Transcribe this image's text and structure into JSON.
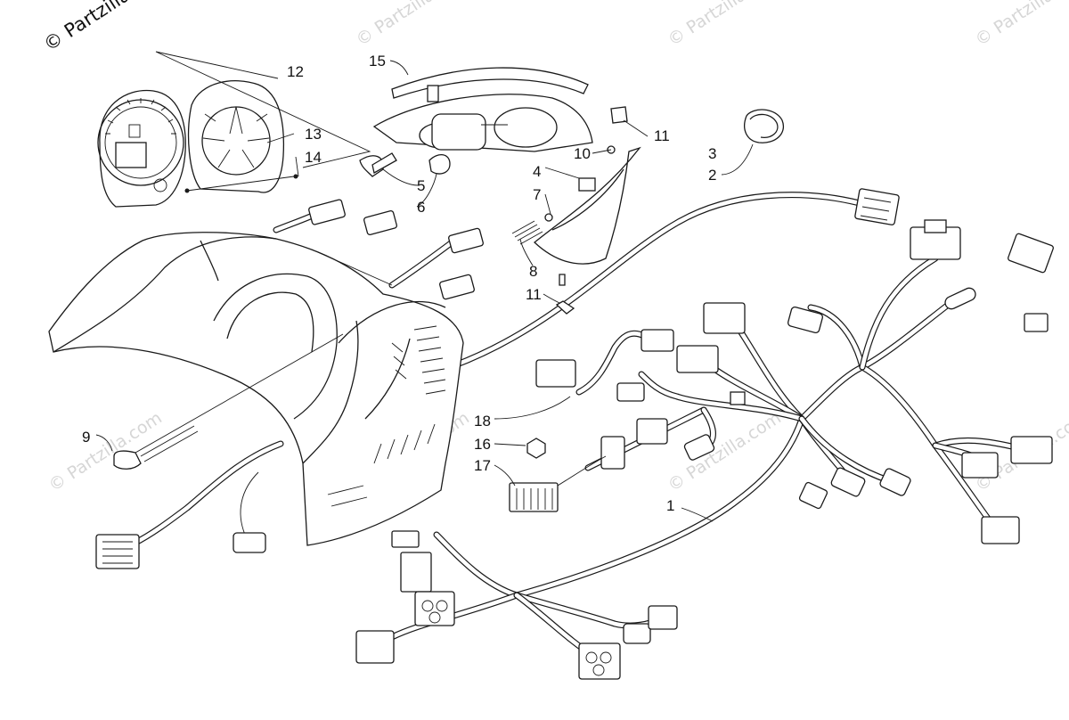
{
  "watermark": {
    "main": "© Partzilla.com",
    "faint": "© Partzilla.com"
  },
  "callouts": [
    {
      "id": "c1",
      "label": "1"
    },
    {
      "id": "c2",
      "label": "2"
    },
    {
      "id": "c3",
      "label": "3"
    },
    {
      "id": "c4",
      "label": "4"
    },
    {
      "id": "c5",
      "label": "5"
    },
    {
      "id": "c6",
      "label": "6"
    },
    {
      "id": "c7",
      "label": "7"
    },
    {
      "id": "c8",
      "label": "8"
    },
    {
      "id": "c9",
      "label": "9"
    },
    {
      "id": "c10",
      "label": "10"
    },
    {
      "id": "c11a",
      "label": "11"
    },
    {
      "id": "c11b",
      "label": "11"
    },
    {
      "id": "c12",
      "label": "12"
    },
    {
      "id": "c13",
      "label": "13"
    },
    {
      "id": "c14",
      "label": "14"
    },
    {
      "id": "c15",
      "label": "15"
    },
    {
      "id": "c16",
      "label": "16"
    },
    {
      "id": "c17",
      "label": "17"
    },
    {
      "id": "c18",
      "label": "18"
    }
  ],
  "colors": {
    "line": "#1a1a1a",
    "background": "#ffffff",
    "watermark": "#d6d6d6"
  }
}
